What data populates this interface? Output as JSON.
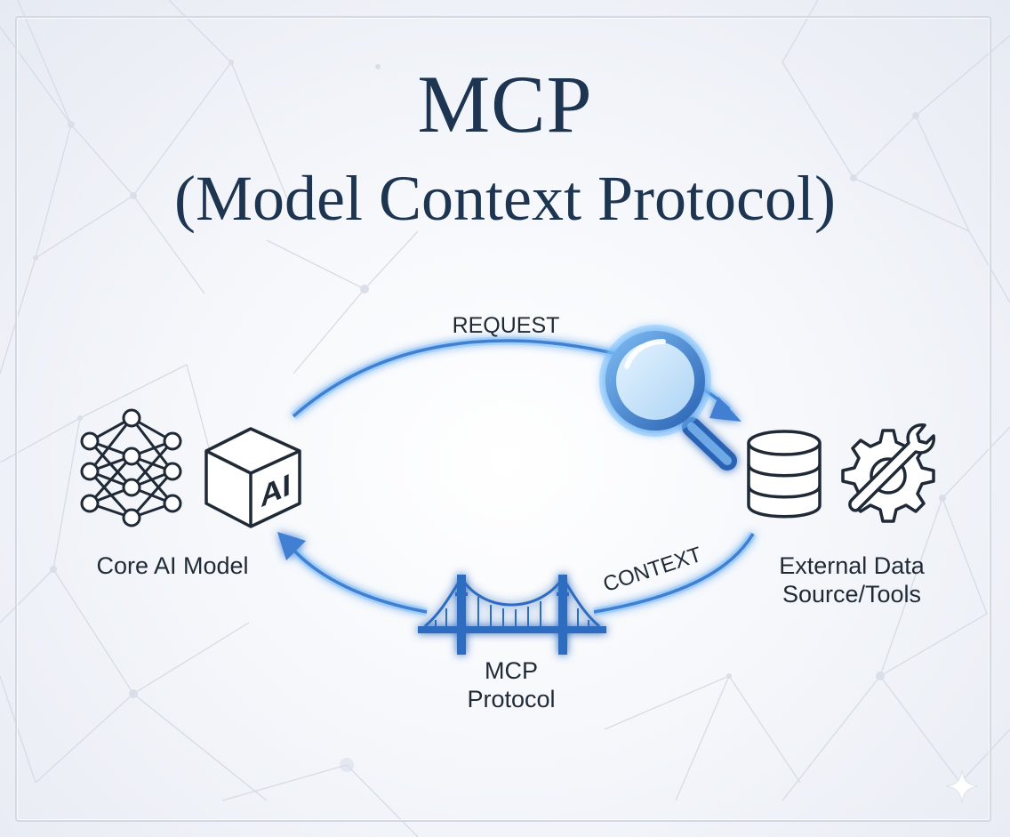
{
  "header": {
    "title": "MCP",
    "subtitle": "(Model Context Protocol)"
  },
  "nodes": {
    "core_model": {
      "label": "Core AI Model",
      "icons": [
        "neural-network-icon",
        "ai-cube-icon"
      ],
      "cube_text": "AI"
    },
    "external": {
      "label_line1": "External Data",
      "label_line2": "Source/Tools",
      "icons": [
        "database-icon",
        "gear-wrench-icon"
      ]
    },
    "bridge": {
      "label_line1": "MCP",
      "label_line2": "Protocol",
      "icon": "bridge-icon"
    }
  },
  "flows": {
    "request": {
      "label": "REQUEST",
      "icon": "magnifying-glass-icon"
    },
    "context": {
      "label": "CONTEXT"
    }
  },
  "colors": {
    "title": "#1d3550",
    "arrow": "#3f7fd1",
    "glow": "#7fc4ff",
    "icon_stroke": "#1f2a36"
  }
}
